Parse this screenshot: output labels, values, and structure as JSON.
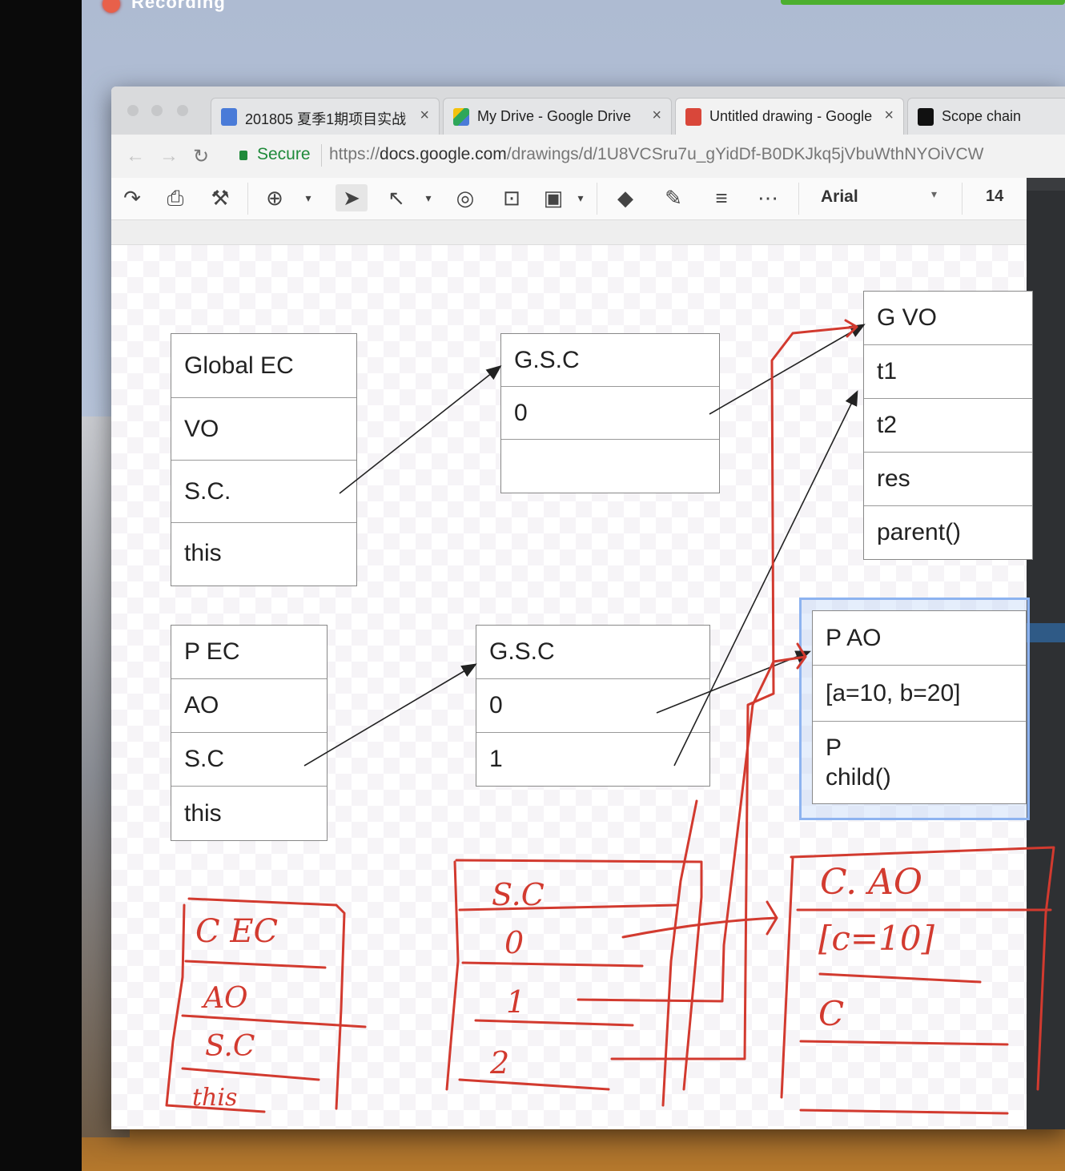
{
  "recording": {
    "label": "Recording"
  },
  "browser": {
    "tabs": [
      {
        "title": "201805 夏季1期项目实战",
        "icon": "docs-icon",
        "icon_color": "#4a7bd8"
      },
      {
        "title": "My Drive - Google Drive",
        "icon": "drive-icon",
        "icon_color": "#2ea75a"
      },
      {
        "title": "Untitled drawing - Google Drawings",
        "icon": "drawings-icon",
        "icon_color": "#d9473a"
      },
      {
        "title": "Scope chain",
        "icon": "webstorm-icon",
        "icon_color": "#111111"
      }
    ],
    "tab_close": "×",
    "secure_label": "Secure",
    "url_scheme": "https://",
    "url_host": "docs.google.com",
    "url_path": "/drawings/d/1U8VCSru7u_gYidDf-B0DKJkq5jVbuWthNYOiVCW"
  },
  "toolbar": {
    "font": "Arial",
    "font_size": "14"
  },
  "diagram": {
    "global_ec": {
      "rows": [
        "Global EC",
        "VO",
        "S.C.",
        "this"
      ]
    },
    "gsc_top": {
      "rows": [
        "G.S.C",
        "0",
        ""
      ]
    },
    "gvo": {
      "rows": [
        "G VO",
        "t1",
        "t2",
        "res",
        "parent()"
      ]
    },
    "pec": {
      "rows": [
        "P EC",
        "AO",
        "S.C",
        "this"
      ]
    },
    "gsc_bottom": {
      "rows": [
        "G.S.C",
        "0",
        "1"
      ]
    },
    "pao": {
      "rows": [
        "P AO",
        "[a=10, b=20]",
        "P\nchild()"
      ]
    }
  },
  "handwriting": {
    "c_ec": [
      "C EC",
      "AO",
      "S.C",
      "this"
    ],
    "sc": [
      "S.C",
      "0",
      "1",
      "2"
    ],
    "c_ao": [
      "C. AO",
      "[c=10]",
      "C"
    ],
    "ink_color": "#d23a2f"
  }
}
